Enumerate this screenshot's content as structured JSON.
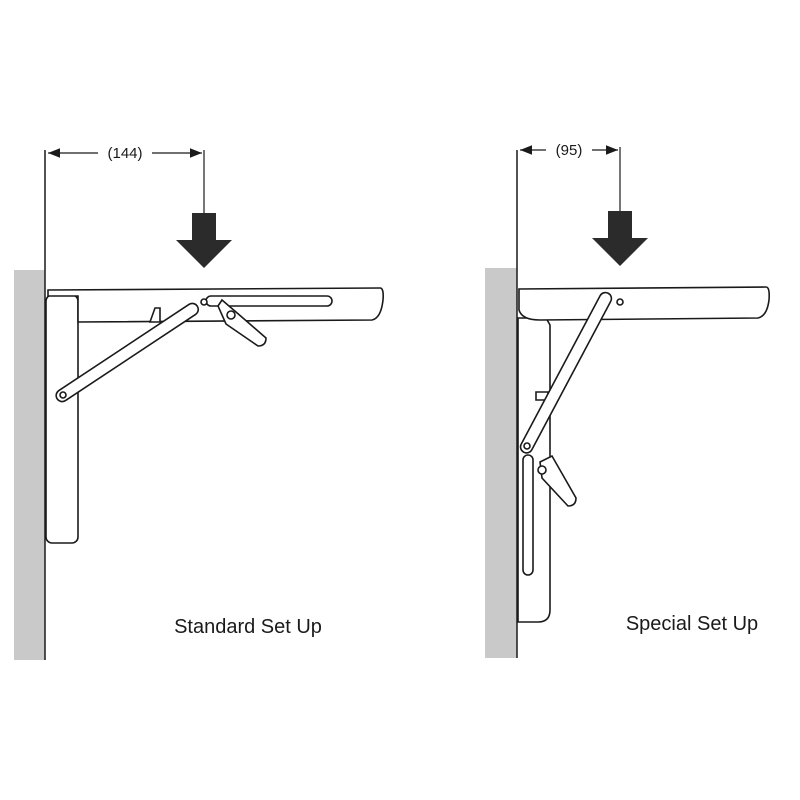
{
  "diagrams": [
    {
      "dimension": "(144)",
      "caption": "Standard Set Up"
    },
    {
      "dimension": "(95)",
      "caption": "Special Set Up"
    }
  ],
  "colors": {
    "ink": "#1a1a1a",
    "wall": "#c9c9c9",
    "arrow": "#2b2b2b"
  }
}
